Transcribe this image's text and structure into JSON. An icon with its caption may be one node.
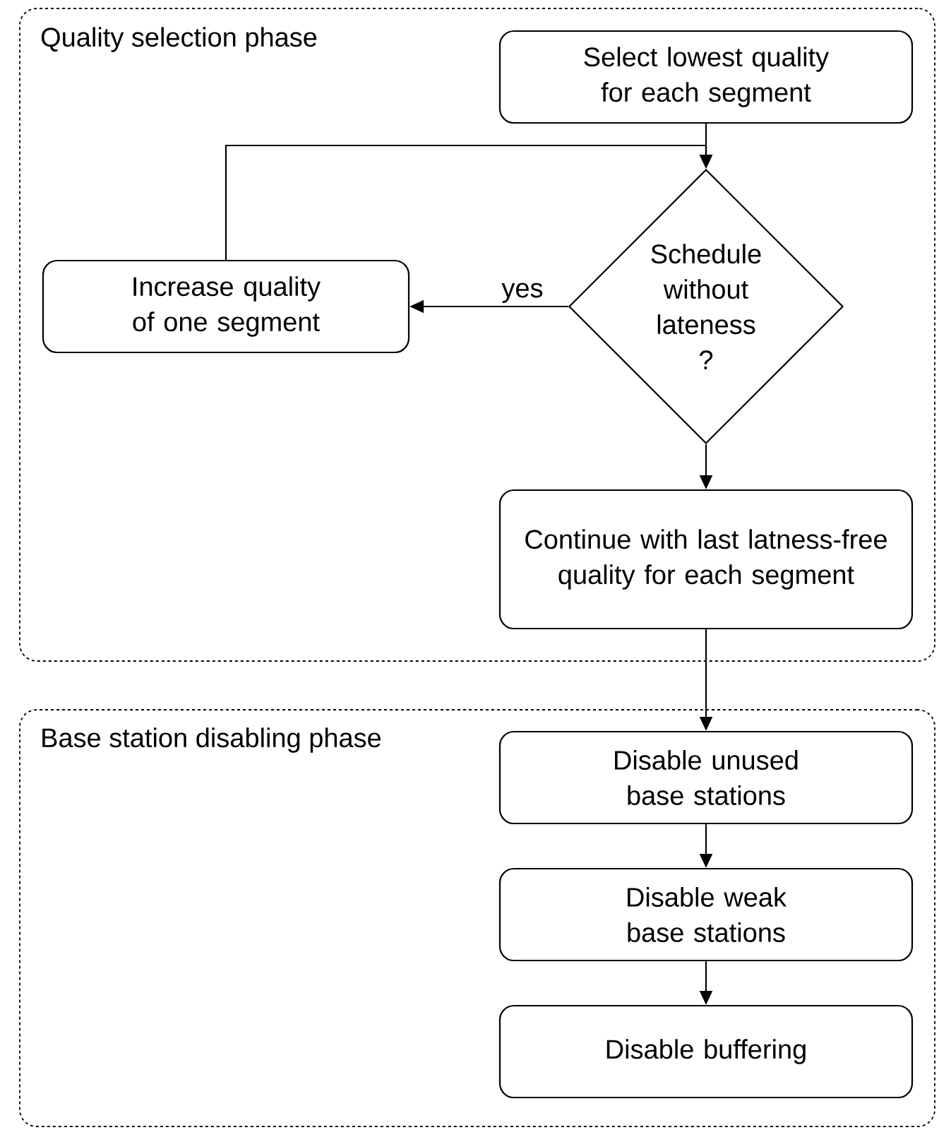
{
  "diagram": {
    "nodes": [
      {
        "text": [
          "Quality selection phase"
        ]
      },
      {
        "text": [
          "Select lowest quality for each segment"
        ],
        "in": 0
      },
      {
        "text": [
          "Schedule without lateness ?"
        ],
        "in": 0
      },
      {
        "text": [
          "Increase quality of one segment"
        ],
        "in": 0
      },
      {
        "text": [
          "Continue with last latness-free quality for each segment"
        ],
        "in": 0
      },
      {
        "text": [
          "Base station  disabling phase"
        ]
      },
      {
        "text": [
          "Disable unused base stations"
        ],
        "in": 5
      },
      {
        "text": [
          "Disable weak base stations"
        ],
        "in": 5
      },
      {
        "text": [
          "Disable buffering"
        ],
        "in": 5
      }
    ],
    "edges": [
      {
        "from": 1,
        "to": 2,
        "arrow": "to"
      },
      {
        "from": 2,
        "to": 3,
        "arrow": "to",
        "label": "yes"
      },
      {
        "from": 3,
        "to": 2,
        "arrow": "to"
      },
      {
        "from": 2,
        "to": 4,
        "arrow": "to"
      },
      {
        "from": 4,
        "to": 6,
        "arrow": "to"
      },
      {
        "from": 6,
        "to": 7,
        "arrow": "to"
      },
      {
        "from": 7,
        "to": 8,
        "arrow": "to"
      }
    ]
  }
}
